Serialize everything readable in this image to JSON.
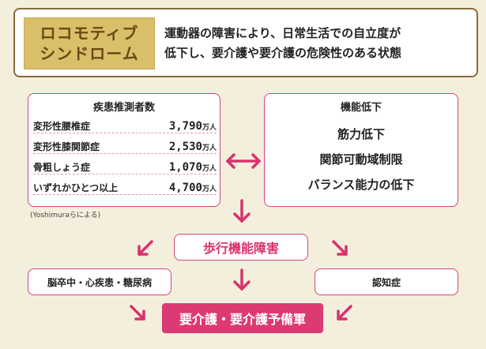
{
  "header": {
    "term_lines": [
      "ロコモティブ",
      "シンドローム"
    ],
    "definition_lines": [
      "運動器の障害により、日常生活での自立度が",
      "低下し、要介護や要介護の危険性のある状態"
    ]
  },
  "patients": {
    "title": "疾患推測者数",
    "rows": [
      {
        "label": "変形性腰椎症",
        "value": "3,790",
        "unit": "万人"
      },
      {
        "label": "変形性膝関節症",
        "value": "2,530",
        "unit": "万人"
      },
      {
        "label": "骨粗しょう症",
        "value": "1,070",
        "unit": "万人"
      },
      {
        "label": "いずれかひとつ以上",
        "value": "4,700",
        "unit": "万人"
      }
    ],
    "citation": "(Yoshimuraらによる)"
  },
  "function": {
    "title": "機能低下",
    "items": [
      "筋力低下",
      "関節可動域制限",
      "バランス能力の低下"
    ]
  },
  "walking": "歩行機能障害",
  "stroke": "脳卒中・心疾患・糖尿病",
  "dementia": "認知症",
  "care": "要介護・要介護予備軍",
  "colors": {
    "accent": "#d8326e",
    "header_border": "#8a6a3a",
    "term_bg": "#d9bf6a"
  }
}
